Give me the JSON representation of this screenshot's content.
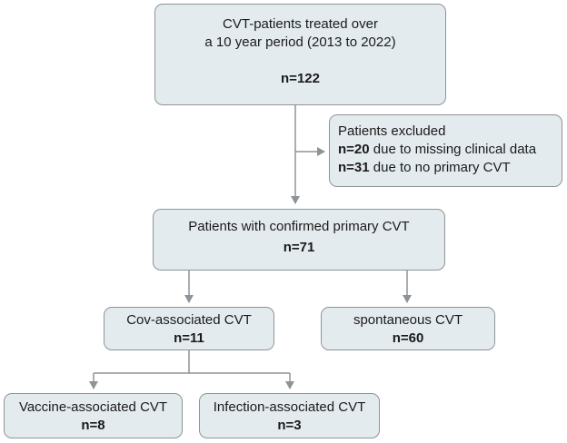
{
  "nodes": {
    "total": {
      "line1": "CVT-patients treated over",
      "line2": "a 10 year period (2013 to 2022)",
      "count": "n=122"
    },
    "excluded": {
      "title": "Patients excluded",
      "items": [
        {
          "count": "n=20",
          "reason": "due to missing clinical data"
        },
        {
          "count": "n=31",
          "reason": "due to no primary CVT"
        }
      ]
    },
    "confirmed": {
      "label": "Patients with confirmed primary CVT",
      "count": "n=71"
    },
    "cov": {
      "label": "Cov-associated CVT",
      "count": "n=11"
    },
    "spontaneous": {
      "label": "spontaneous CVT",
      "count": "n=60"
    },
    "vaccine": {
      "label": "Vaccine-associated CVT",
      "count": "n=8"
    },
    "infection": {
      "label": "Infection-associated CVT",
      "count": "n=3"
    }
  },
  "colors": {
    "box_fill": "#e4ebef",
    "box_border": "#8e9397",
    "arrow": "#8e9397"
  }
}
